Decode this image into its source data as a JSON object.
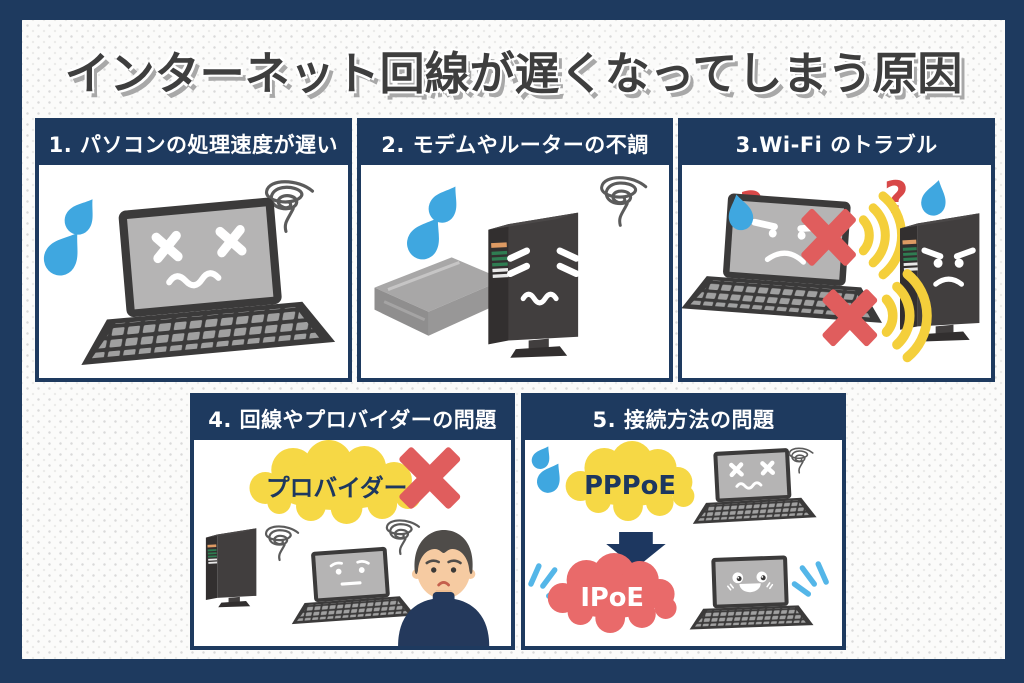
{
  "title": "インターネット回線が遅くなってしまう原因",
  "symbols": {
    "question_mark": "?"
  },
  "panels": {
    "p1": {
      "header": "1. パソコンの処理速度が遅い"
    },
    "p2": {
      "header": "2. モデムやルーターの不調"
    },
    "p3": {
      "header": "3.Wi-Fi のトラブル"
    },
    "p4": {
      "header": "4. 回線やプロバイダーの問題",
      "cloud_label": "プロバイダー"
    },
    "p5": {
      "header": "5. 接続方法の問題",
      "cloud_top_label": "PPPoE",
      "cloud_bottom_label": "IPoE"
    }
  },
  "colors": {
    "navy": "#1e3a5f",
    "panel_background": "#ffffff",
    "canvas_background": "#fbfbfa",
    "title_text": "#3e3e3e",
    "title_shadow": "#a8a8a8",
    "cloud_yellow": "#f6d845",
    "cloud_red": "#e96a6a",
    "alert_red": "#e05d5d",
    "question_red": "#d84848",
    "wifi_yellow": "#f4cf3b",
    "sweat_blue": "#3fa7e0",
    "sparkle_blue": "#54b6e8",
    "device_dark": "#3b3a3a",
    "screen_gray": "#b5b4b4"
  }
}
